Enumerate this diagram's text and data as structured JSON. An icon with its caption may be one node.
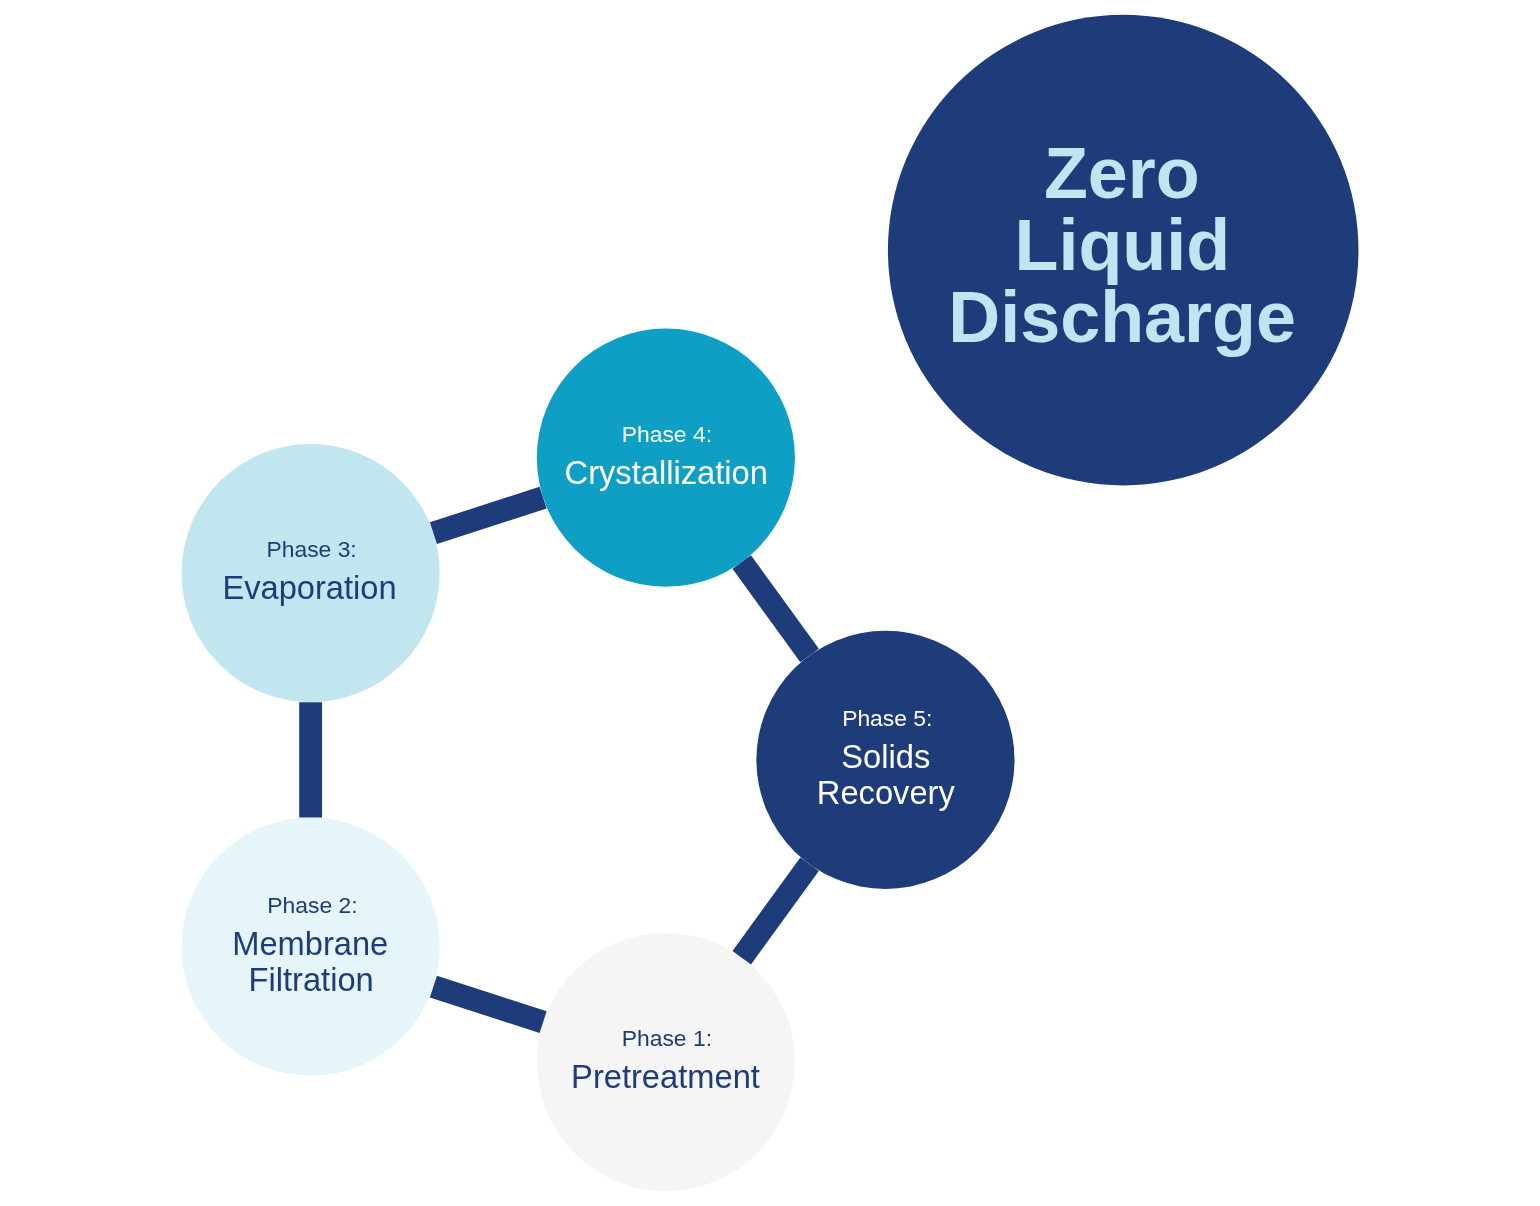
{
  "diagram": {
    "nodes": [
      {
        "text": [
          "Phase 1:",
          "Pretreatment"
        ]
      },
      {
        "text": [
          "Phase 2:",
          "Membrane Filtration"
        ]
      },
      {
        "text": [
          "Phase 3:",
          "Evaporation"
        ]
      },
      {
        "text": [
          "Phase 4:",
          "Crystallization"
        ]
      },
      {
        "text": [
          "Phase 5:",
          "Solids Recovery"
        ]
      },
      {
        "text": [
          "Zero Liquid Discharge"
        ]
      }
    ],
    "edges": [
      {
        "from": 0,
        "to": 1,
        "arrow": "none"
      },
      {
        "from": 1,
        "to": 2,
        "arrow": "none"
      },
      {
        "from": 2,
        "to": 3,
        "arrow": "none"
      },
      {
        "from": 3,
        "to": 4,
        "arrow": "none"
      },
      {
        "from": 4,
        "to": 0,
        "arrow": "none"
      }
    ]
  }
}
